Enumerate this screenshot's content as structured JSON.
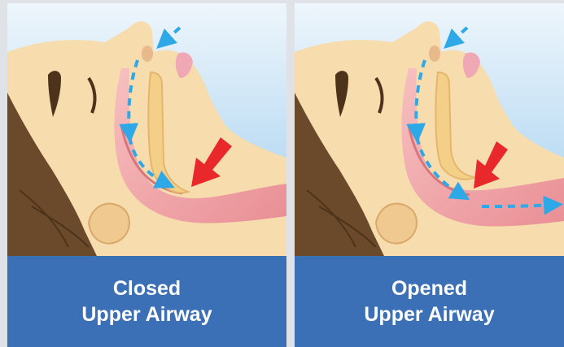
{
  "panels": [
    {
      "id": "closed",
      "caption_line1": "Closed",
      "caption_line2": "Upper Airway"
    },
    {
      "id": "opened",
      "caption_line1": "Opened",
      "caption_line2": "Upper Airway"
    }
  ],
  "colors": {
    "sky_top": "#e9f3fb",
    "sky_bottom": "#a9d2ef",
    "skin": "#f7dcae",
    "skin_shadow": "#efc98f",
    "hair": "#6b4a2b",
    "airway": "#f2a5a5",
    "airway_dark": "#d9757c",
    "palate": "#f4cf88",
    "airflow_arrow": "#2ea8e6",
    "pressure_arrow": "#e8282b",
    "caption_bg": "#3b6fb6",
    "caption_text": "#ffffff"
  }
}
